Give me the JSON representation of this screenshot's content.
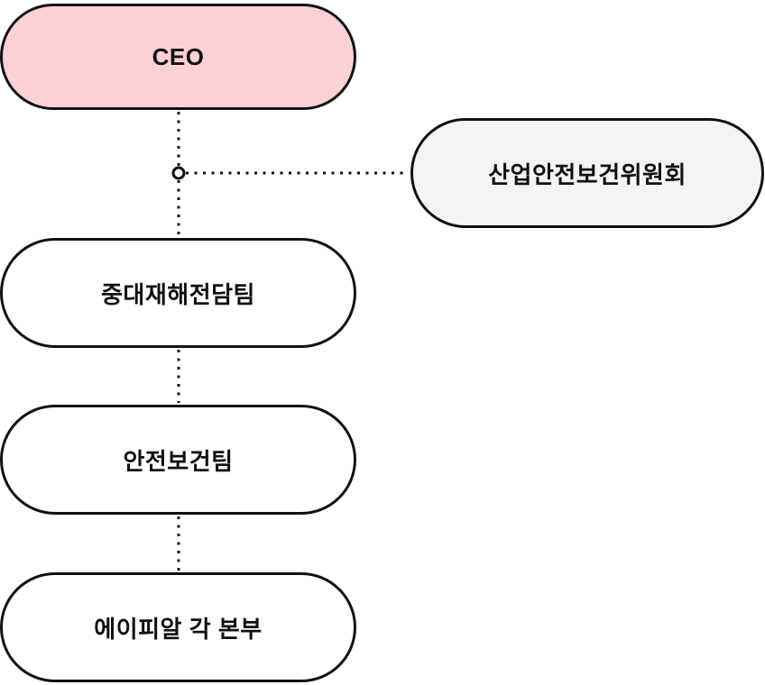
{
  "diagram": {
    "type": "org-chart",
    "nodes": [
      {
        "id": "ceo",
        "label": "CEO",
        "fill": "#FBD1D6",
        "row": "top"
      },
      {
        "id": "safety-committee",
        "label": "산업안전보건위원회",
        "fill": "#F4F4F4",
        "row": "side-branch"
      },
      {
        "id": "serious-accident-team",
        "label": "중대재해전담팀",
        "fill": "#FFFFFF",
        "row": "second"
      },
      {
        "id": "safety-health-team",
        "label": "안전보건팀",
        "fill": "#FFFFFF",
        "row": "third"
      },
      {
        "id": "apr-divisions",
        "label": "에이피알 각 본부",
        "fill": "#FFFFFF",
        "row": "bottom"
      }
    ],
    "edges": [
      {
        "from": "ceo",
        "to": "serious-accident-team",
        "style": "dotted",
        "junction": "open-circle"
      },
      {
        "from": "junction",
        "to": "safety-committee",
        "style": "dotted"
      },
      {
        "from": "serious-accident-team",
        "to": "safety-health-team",
        "style": "dotted"
      },
      {
        "from": "safety-health-team",
        "to": "apr-divisions",
        "style": "dotted"
      }
    ],
    "colors": {
      "border": "#111111",
      "line": "#111111",
      "ceo_fill": "#FBD1D6",
      "committee_fill": "#F4F4F4",
      "default_fill": "#FFFFFF",
      "background": "#FFFFFF"
    }
  }
}
